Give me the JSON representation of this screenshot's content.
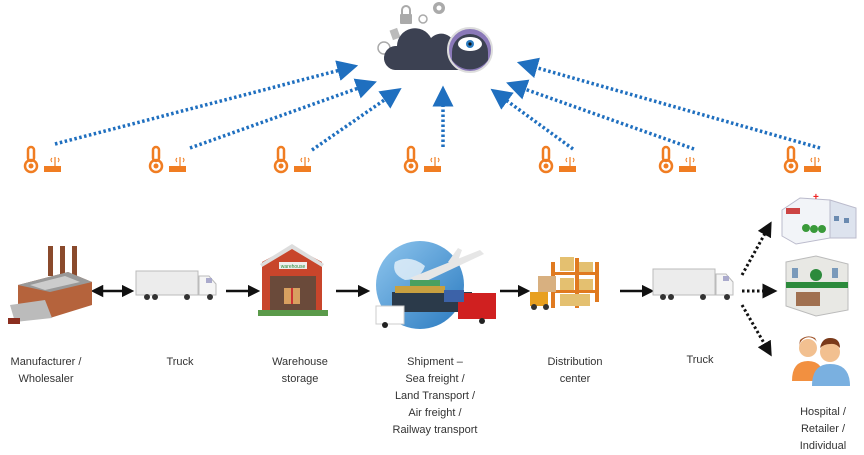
{
  "diagram": {
    "type": "cold-chain IoT monitoring flow",
    "cloud": {
      "label": "cloud-monitoring",
      "icons": [
        "lock-icon",
        "gear-icon",
        "document-icon",
        "alarm-clock-icon",
        "eye-icon"
      ]
    },
    "colors": {
      "arrow_blue": "#1f6fbf",
      "sensor_orange": "#f07d22",
      "cloud_dark": "#3c4152",
      "eye_purple": "#8a78b8",
      "flow_arrow": "#111111",
      "text": "#333333"
    },
    "sensors_count": 7,
    "stages": [
      {
        "id": "manufacturer",
        "label": "Manufacturer /\nWholesaler"
      },
      {
        "id": "truck1",
        "label": "Truck"
      },
      {
        "id": "warehouse",
        "label": "Warehouse\nstorage"
      },
      {
        "id": "shipment",
        "label": "Shipment –\nSea freight /\nLand Transport /\nAir freight /\nRailway transport"
      },
      {
        "id": "distribution",
        "label": "Distribution\ncenter"
      },
      {
        "id": "truck2",
        "label": "Truck"
      },
      {
        "id": "endpoints",
        "label": "Hospital /\nRetailer /\nIndividual"
      }
    ],
    "warehouse_sign": "warehouse"
  }
}
